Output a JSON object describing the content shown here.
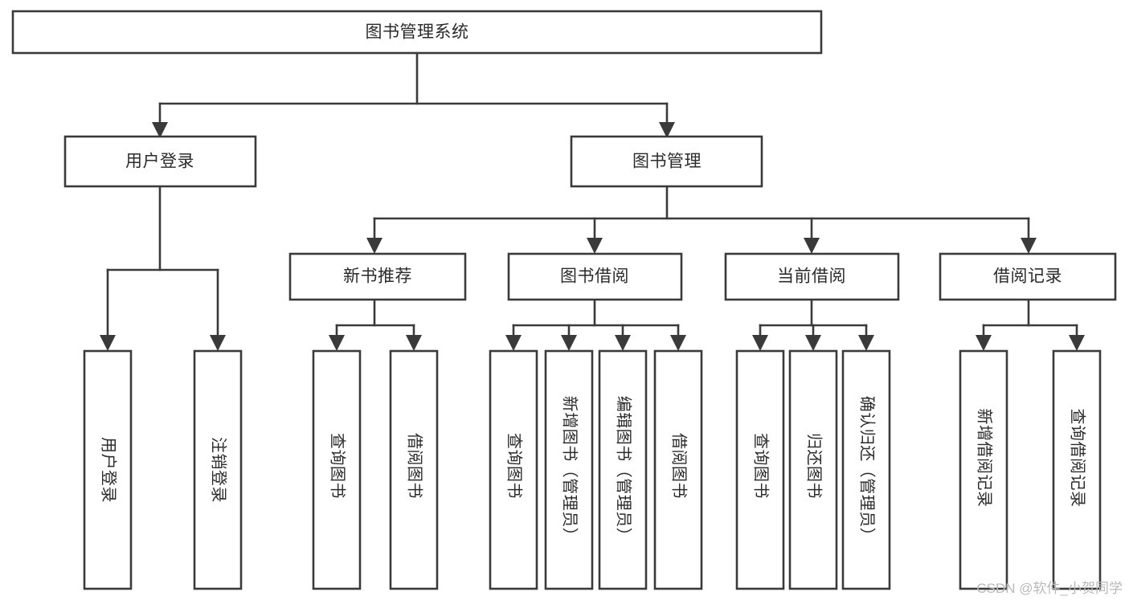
{
  "diagram": {
    "title": "图书管理系统",
    "type": "tree-hierarchy-diagram",
    "colors": {
      "stroke": "#3a3a3a",
      "fill": "#ffffff",
      "text": "#2b2b2b",
      "background": "#ffffff",
      "watermark": "#b9b9b9"
    },
    "root": {
      "label": "图书管理系统"
    },
    "level2": [
      {
        "label": "用户登录"
      },
      {
        "label": "图书管理"
      }
    ],
    "level3": [
      {
        "label": "新书推荐"
      },
      {
        "label": "图书借阅"
      },
      {
        "label": "当前借阅"
      },
      {
        "label": "借阅记录"
      }
    ],
    "leaves": {
      "user_login": [
        {
          "label": "用户登录"
        },
        {
          "label": "注销登录"
        }
      ],
      "new_book_recommend": [
        {
          "label": "查询图书"
        },
        {
          "label": "借阅图书"
        }
      ],
      "book_borrow": [
        {
          "label": "查询图书"
        },
        {
          "label": "新增图书（管理员）"
        },
        {
          "label": "编辑图书（管理员）"
        },
        {
          "label": "借阅图书"
        }
      ],
      "current_borrow": [
        {
          "label": "查询图书"
        },
        {
          "label": "归还图书"
        },
        {
          "label": "确认归还（管理员）"
        }
      ],
      "borrow_record": [
        {
          "label": "新增借阅记录"
        },
        {
          "label": "查询借阅记录"
        }
      ]
    }
  },
  "watermark": {
    "text": "CSDN @软件_小贺同学"
  }
}
